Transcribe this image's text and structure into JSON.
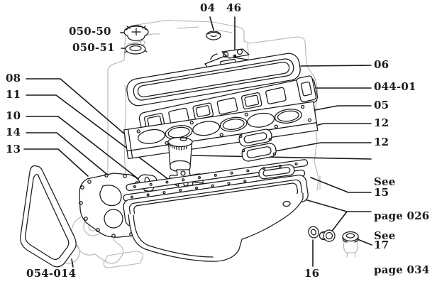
{
  "colors": {
    "ink": "#1a1a1a",
    "ghost": "#b3b3b3",
    "paper": "#ffffff"
  },
  "labels": {
    "callout_04": "04",
    "callout_46": "46",
    "group_050_50": "050-50",
    "group_050_51": "050-51",
    "callout_06": "06",
    "group_044_01": "044-01",
    "callout_05": "05",
    "callout_12_upper": "12",
    "callout_12_lower": "12",
    "see_page_026_line1": "See",
    "see_page_026_line2": "page 026",
    "callout_15": "15",
    "see_page_034_line1": "See",
    "see_page_034_line2": "page 034",
    "callout_17": "17",
    "callout_16": "16",
    "callout_08": "08",
    "callout_11": "11",
    "callout_10": "10",
    "callout_14": "14",
    "callout_13": "13",
    "group_054_014": "054-014"
  }
}
